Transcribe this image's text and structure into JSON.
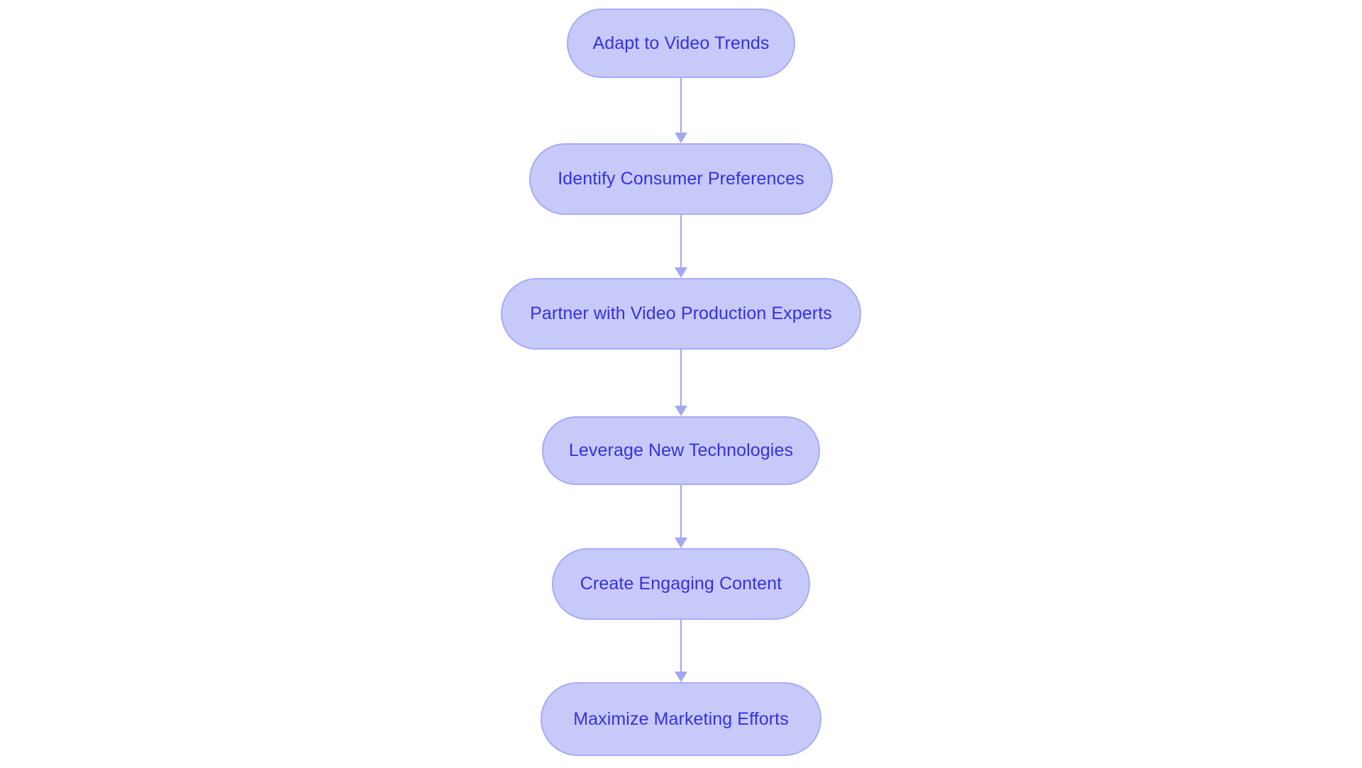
{
  "diagram": {
    "type": "flowchart",
    "orientation": "top-to-bottom",
    "background_color": "#ffffff",
    "node_fill_color": "#c7caf9",
    "node_border_color": "#a7acf4",
    "node_text_color": "#3730e0",
    "connector_color": "#a3a8f2",
    "node_shape": "stadium",
    "nodes": [
      {
        "id": "n0",
        "label": "Adapt to Video Trends"
      },
      {
        "id": "n1",
        "label": "Identify Consumer Preferences"
      },
      {
        "id": "n2",
        "label": "Partner with Video Production Experts"
      },
      {
        "id": "n3",
        "label": "Leverage New Technologies"
      },
      {
        "id": "n4",
        "label": "Create Engaging Content"
      },
      {
        "id": "n5",
        "label": "Maximize Marketing Efforts"
      }
    ],
    "edges": [
      {
        "from": "n0",
        "to": "n1",
        "label": "",
        "arrow": "down-arrow"
      },
      {
        "from": "n1",
        "to": "n2",
        "label": "",
        "arrow": "down-arrow"
      },
      {
        "from": "n2",
        "to": "n3",
        "label": "",
        "arrow": "down-arrow"
      },
      {
        "from": "n3",
        "to": "n4",
        "label": "",
        "arrow": "down-arrow"
      },
      {
        "from": "n4",
        "to": "n5",
        "label": "",
        "arrow": "down-arrow"
      }
    ]
  }
}
